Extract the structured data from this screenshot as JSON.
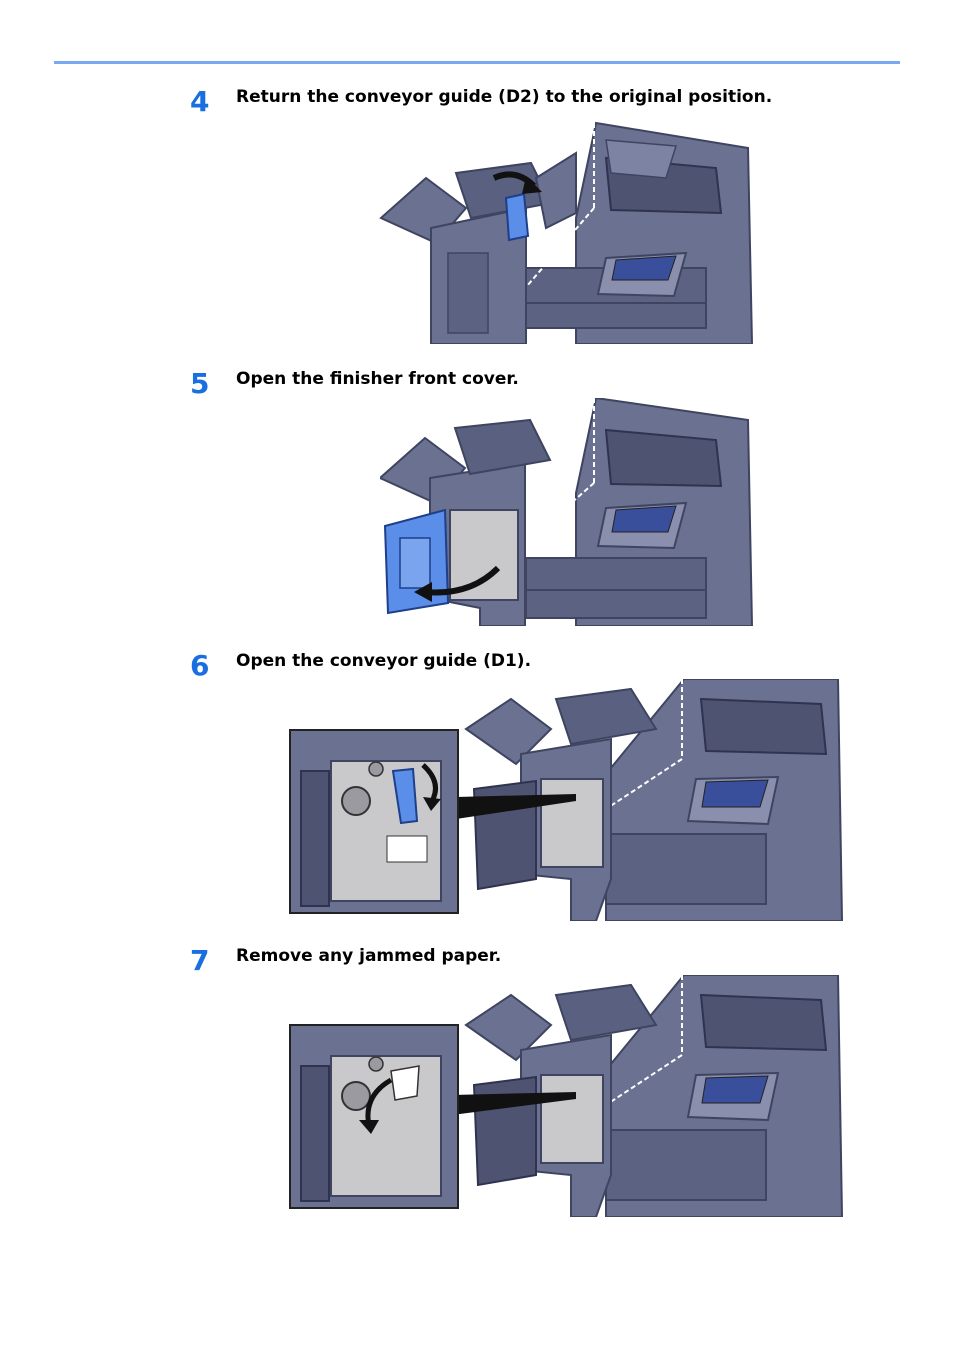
{
  "colors": {
    "rule": "#79a9ee",
    "step_number": "#1a6fe0",
    "machine_body": "#6b7191",
    "machine_dark": "#3f4461",
    "highlight_part": "#5b8ee8",
    "panel_screen": "#3a4f9c",
    "arrow": "#111111"
  },
  "steps": [
    {
      "number": "4",
      "text": "Return the conveyor guide (D2) to the original position."
    },
    {
      "number": "5",
      "text": "Open the finisher front cover."
    },
    {
      "number": "6",
      "text": "Open the conveyor guide (D1)."
    },
    {
      "number": "7",
      "text": "Remove any jammed paper."
    }
  ],
  "illustrations": [
    {
      "step": "4",
      "highlighted_part": "conveyor-guide-d2",
      "arrow": "curved-rotate"
    },
    {
      "step": "5",
      "highlighted_part": "finisher-front-cover",
      "arrow": "curved-open"
    },
    {
      "step": "6",
      "highlighted_part": "conveyor-guide-d1",
      "arrow": "curved-down",
      "has_inset": true
    },
    {
      "step": "7",
      "highlighted_part": "jammed-paper",
      "arrow": "curved-pull",
      "has_inset": true
    }
  ]
}
